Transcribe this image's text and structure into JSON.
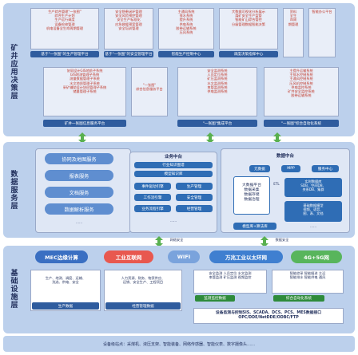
{
  "layers": {
    "top": "矿井应用决策层",
    "mid": "数据服务层",
    "bottom": "基础设施层"
  },
  "top_row1": [
    {
      "text": "生产综合管理\"一张图\"\n综合生产计划\n生产运行调度\n设备检修管理\n机电设备全生命周期管理"
    },
    {
      "text": "安全隐患闭环管理\n安全风险预控管理\n安全生产标准化\n应急救援预案管理\n安全培训管理"
    },
    {
      "text": "主通风系统\n排水系统\n提升系统\n供电系统\n胶带运输系统\n压风系统"
    },
    {
      "text": "大数据可视化分析展示\n煤矿安全生产监管\n智能矿山综合管控\n分级管理数据智能决策"
    },
    {
      "text": "资料\n全生\n命周\n期管理"
    },
    {
      "text": "智能办公平台"
    }
  ],
  "top_row1_bars": [
    "基于\"一张图\"的生产管理平台",
    "基于\"一张图\"的安全管理平台",
    "智能生产控制中心",
    "调度决策指挥中心"
  ],
  "top_row2": [
    {
      "text": "协同设计GIS地质子系统\nGIS地测管理子系统\n测量数据管理子系统\n水文地质管理子系统\n采矿辅助设计协同管理子系统\n储量管理子系统"
    },
    {
      "text": "\"一张图\"\n综合信息服务平台"
    },
    {
      "text": "安全监测系统\n人员定位系统\n矿压监测系统\n水文监测系统\n束管监测系统\n供电监测系统"
    },
    {
      "text": "主提升运输系统\n主排水控制系统\n主通风控制系统\n压风机控制系统\n供电监控系统\n矿井安全监控系统\n胶带运输系统"
    }
  ],
  "top_row2_bars": [
    "矿井一张图信息服务平台",
    "\"一张图\"集成平台",
    "\"一张图\"综合自动化系统"
  ],
  "data_services": [
    "协同及地图服务",
    "报表服务",
    "文档服务",
    "数据解析服务"
  ],
  "business_platform": {
    "title": "业务中台",
    "top_items": [
      "行业知识图谱",
      "模型知识库"
    ],
    "grid": [
      "事件驱动引擎",
      "生产管理",
      "工作流引擎",
      "安全管理",
      "业务流程引擎",
      "经营管理"
    ],
    "more": "……"
  },
  "data_platform": {
    "title": "数据中台",
    "top_items": [
      "元数据",
      "MPP",
      "服务中心"
    ],
    "center": "大数据平台\n数据采集\n数据存储\n数据治理",
    "etl": "ETL",
    "db": "实时数据库\nSDB、空间DB、\n关系DB、集群",
    "model": "基础数据模型\n视频、语音、\n图、表、文档",
    "model_btn": "模型库+算法库",
    "more": "……"
  },
  "links": [
    "网络安全",
    "数据安全"
  ],
  "network": [
    {
      "label": "MEC边缘计算",
      "color": "#3a6fc2"
    },
    {
      "label": "工业互联网",
      "color": "#e8584f"
    },
    {
      "label": "WIFI",
      "color": "#7aa3dc"
    },
    {
      "label": "万兆工业以太环网",
      "color": "#3f7fd0"
    },
    {
      "label": "4G+5G网",
      "color": "#58b55c"
    }
  ],
  "bottom_boxes": [
    {
      "text": "生产、地测、调度、运输、\n洗选、供电、安全",
      "bar": "生产数据"
    },
    {
      "text": "人力资源、财务、物资供应、\n运销、安全生产、工程项目",
      "bar": "经营管理数据"
    },
    {
      "text": "安全监测 人员定位 水文监测\n束管监测 矿压监测 视频监控",
      "bar": "监测监控数据"
    },
    {
      "text": "智能综采 智能掘进 主运\n智能排水 智能供电 通风",
      "bar": "综合自动化系统"
    }
  ],
  "protocol_bar": "设备监测与控制SIS、SCADA、DCS、PCS、MES数据接口\nOPC/DDE/NetDDE/ODBC/FTP",
  "footer": "设备级站点：采煤机、液压支架、智能装备、网络传感器、智能仪表、数字摄像头……"
}
